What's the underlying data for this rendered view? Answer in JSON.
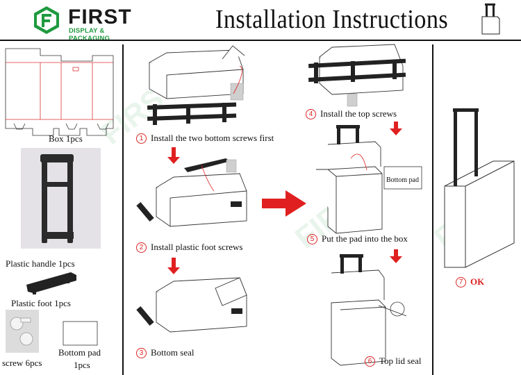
{
  "brand": {
    "name": "FIRST",
    "tagline": "DISPLAY & PACKAGING",
    "color": "#1f9a3f"
  },
  "title": "Installation   Instructions",
  "parts": {
    "box": "Box 1pcs",
    "handle": "Plastic handle  1pcs",
    "foot": "Plastic foot  1pcs",
    "screw": "screw 6pcs",
    "pad_line1": "Bottom pad",
    "pad_line2": "1pcs"
  },
  "steps": [
    {
      "num": "1",
      "text": "Install the two bottom screws first"
    },
    {
      "num": "2",
      "text": "Install plastic foot screws"
    },
    {
      "num": "3",
      "text": "Bottom seal"
    },
    {
      "num": "4",
      "text": "Install the top screws"
    },
    {
      "num": "5",
      "text": "Put the pad into the box"
    },
    {
      "num": "6",
      "text": "Top lid seal"
    },
    {
      "num": "7",
      "text": "OK"
    }
  ],
  "callout": "Bottom pad",
  "accent": "#e02020"
}
